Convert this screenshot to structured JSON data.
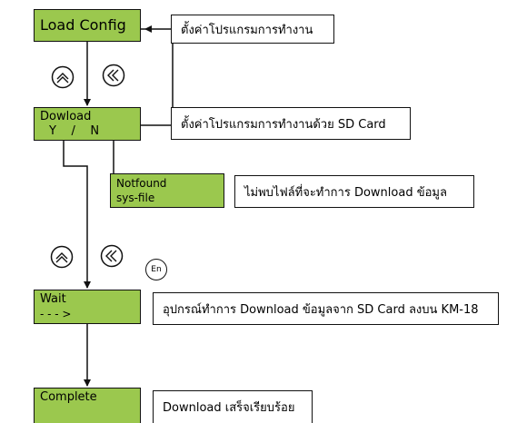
{
  "states": {
    "load_config": "Load Config",
    "download_line1": "Dowload",
    "download_line2": "Y    /    N",
    "notfound_line1": "Notfound",
    "notfound_line2": "sys-file",
    "wait_line1": "Wait",
    "wait_line2": "- - - >",
    "complete": "Complete"
  },
  "descriptions": {
    "load_config": "ตั้งค่าโปรแกรมการทำงาน",
    "download": "ตั้งค่าโปรแกรมการทำงานด้วย SD Card",
    "notfound": "ไม่พบไฟล์ที่จะทำการ Download ข้อมูล",
    "wait": "อุปกรณ์ทำการ Download ข้อมูลจาก SD Card ลงบน KM-18",
    "complete": "Download เสร็จเรียบร้อย"
  },
  "buttons": {
    "enter_label": "En"
  },
  "colors": {
    "lcd_green": "#9bc84e",
    "line": "#111111"
  }
}
